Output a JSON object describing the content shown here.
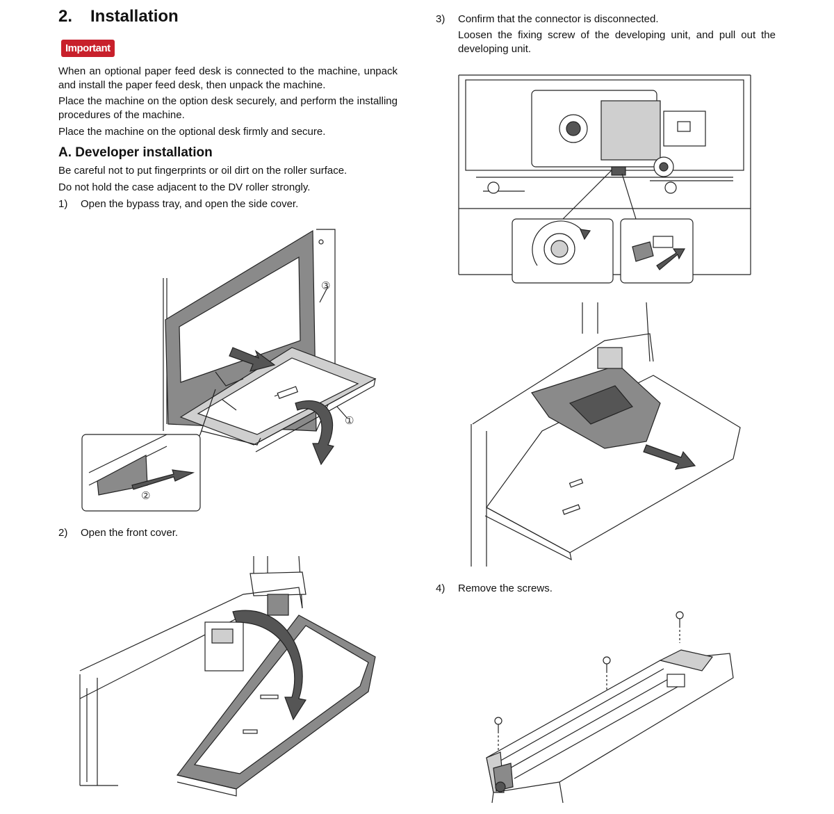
{
  "section": {
    "number": "2.",
    "title": "Installation"
  },
  "important_badge": "Important",
  "intro": [
    "When an optional paper feed desk is connected to the machine, unpack and install the paper feed desk, then unpack the machine.",
    "Place the machine on the option desk securely, and perform the installing procedures of the machine.",
    "Place the machine on the optional desk firmly and secure."
  ],
  "subsection": {
    "title": "A.  Developer installation"
  },
  "notes": [
    "Be careful not to put fingerprints or oil dirt on the roller surface.",
    "Do not hold the case adjacent to the DV roller strongly."
  ],
  "steps": [
    {
      "num": "1)",
      "text": "Open the bypass tray, and open the side cover."
    },
    {
      "num": "2)",
      "text": "Open the front cover."
    },
    {
      "num": "3)",
      "text": "Confirm that the connector is disconnected.",
      "extra": "Loosen the fixing screw of the developing unit, and pull out the developing unit."
    },
    {
      "num": "4)",
      "text": "Remove the screws."
    }
  ],
  "figure_labels": {
    "one": "①",
    "two": "②",
    "three": "③"
  },
  "colors": {
    "badge": "#c8202b"
  }
}
